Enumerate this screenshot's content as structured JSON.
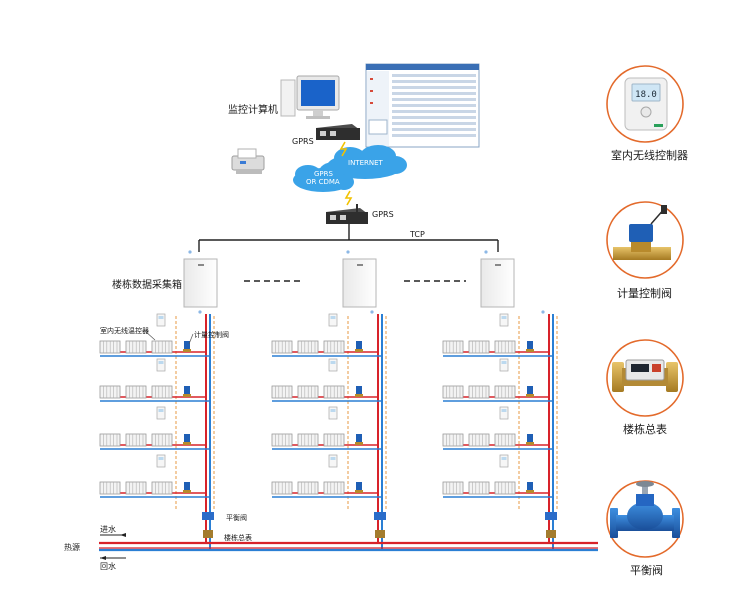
{
  "labels": {
    "monitor_computer": "监控计算机",
    "gprs_top": "GPRS",
    "internet": "INTERNET",
    "gprs_cdma_line1": "GPRS",
    "gprs_cdma_line2": "OR CDMA",
    "gprs_mid": "GPRS",
    "tcp": "TCP",
    "building_collector": "楼栋数据采集箱",
    "room_wireless_temp": "室内无线温控器",
    "metering_valve": "计量控制阀",
    "balance_valve": "平衡阀",
    "building_meter": "楼栋总表",
    "inlet_water": "进水",
    "heat_source": "热源",
    "return_water": "回水"
  },
  "legend": [
    {
      "caption": "室内无线控制器",
      "icon": "thermostat-icon"
    },
    {
      "caption": "计量控制阀",
      "icon": "control-valve-icon"
    },
    {
      "caption": "楼栋总表",
      "icon": "heat-meter-icon"
    },
    {
      "caption": "平衡阀",
      "icon": "balance-valve-icon"
    }
  ],
  "thermostat_display": "18.0",
  "colors": {
    "supply_pipe": "#d8232a",
    "return_pipe": "#2a7fd4",
    "legend_ring": "#e36a2b",
    "dashed_riser": "#f0c08a",
    "cloud": "#3aa3e8",
    "network_line": "#222222"
  }
}
